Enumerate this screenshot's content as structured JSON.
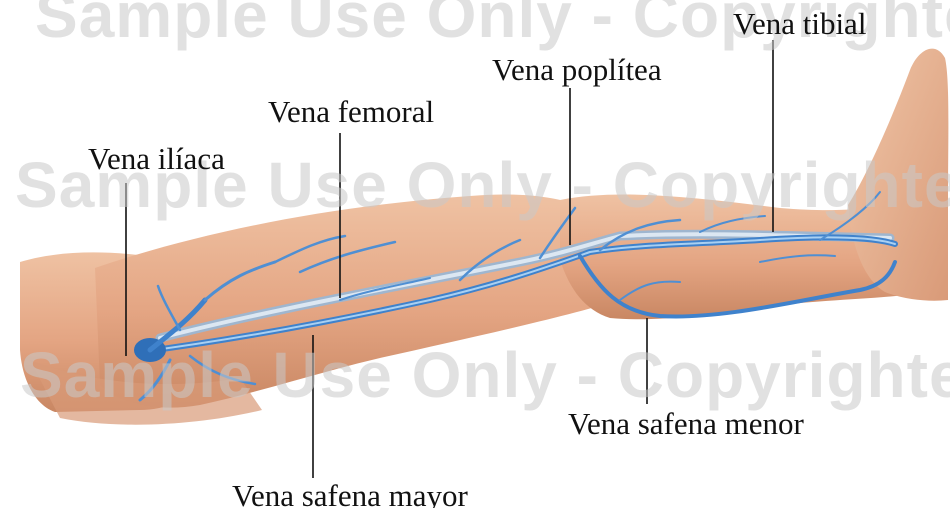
{
  "watermark": {
    "text": "Sample Use Only - Copyrighted"
  },
  "labels": {
    "vena_iliaca": "Vena ilíaca",
    "vena_femoral": "Vena femoral",
    "vena_poplitea": "Vena poplítea",
    "vena_tibial": "Vena tibial",
    "vena_safena_menor": "Vena safena menor",
    "vena_safena_mayor": "Vena safena mayor"
  },
  "colors": {
    "skin": "#e9b08f",
    "skin_shadow": "#c98763",
    "vein": "#4f8fd3",
    "vein_highlight": "#a9d0f2",
    "deep_vein": "#b9c9dc",
    "leader_line": "#111111"
  }
}
